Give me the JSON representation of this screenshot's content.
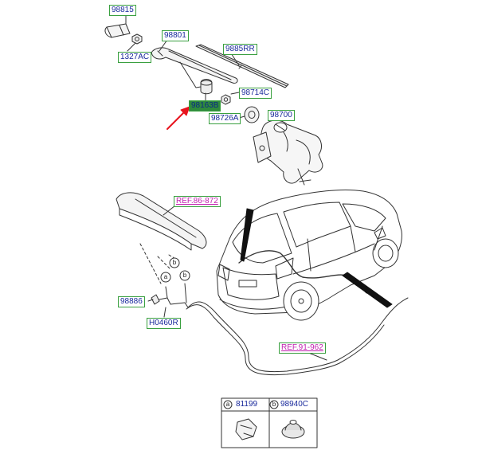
{
  "labels": {
    "p98815": "98815",
    "p1327AC": "1327AC",
    "p98801": "98801",
    "p9885RR": "9885RR",
    "p98714C": "98714C",
    "p98163B": "98163B",
    "p98726A": "98726A",
    "p98700": "98700",
    "ref86": "REF.86-872",
    "p98886": "98886",
    "pH0460R": "H0460R",
    "ref91": "REF.91-962"
  },
  "callouts": {
    "a": "a",
    "b": "b"
  },
  "legend": {
    "a_letter": "a",
    "a_part": "81199",
    "b_letter": "b",
    "b_part": "98940C"
  },
  "colors": {
    "label_border": "#3aa040",
    "label_text": "#1a2a9c",
    "ref_text": "#c21fb0",
    "highlight_fill": "#2f8a3c",
    "arrow": "#e8141e",
    "line": "#333333"
  }
}
